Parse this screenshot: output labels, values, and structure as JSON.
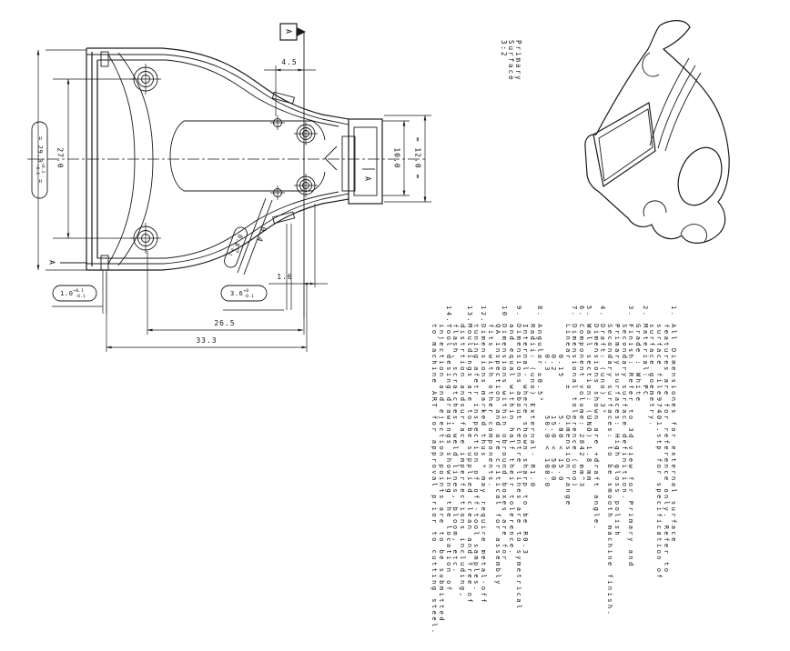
{
  "sheet": {
    "background": "#ffffff",
    "line_color": "#1a1a1a"
  },
  "view_3d": {
    "label_lines": [
      "Primary",
      "Surface",
      "3:2"
    ]
  },
  "section": {
    "label": "A"
  },
  "dimensions": {
    "d4_5": "4.5",
    "d1_6": "1.6",
    "d26_5": "26.5",
    "d33_3": "33.3",
    "d27_0": "27.0",
    "d10_0": "10.0",
    "d12_0": "= 12.0 =",
    "d0_4": "0.4",
    "d29_0": {
      "pre": "= 29.0",
      "tp": "+0.2",
      "tm": "-0.1",
      "suf": " ="
    },
    "d1_0": {
      "val": "1.0",
      "tp": "+0.1",
      "tm": "-0.1"
    },
    "d3_6": {
      "val": "3.6",
      "tp": "+0",
      "tm": "-0.1"
    },
    "d0_8": {
      "val": "0.8",
      "tp": "+0",
      "tm": "-0.1"
    }
  },
  "notes": {
    "lines": [
      "1. All Dimensiones for external surface",
      "   features are for reference only. Refer to",
      "   surface file97401.stp for specification of",
      "   surface goemetry.",
      "2. Material: PC",
      "   Grade : White",
      "3. Finish: Refer to 3d view for Primary and",
      "   Secondary surface definition.",
      "   Primary surfaces: High gloss polish",
      "   Secondary surfaces: to be smooth machine finish.",
      "4. Draft: (uno) 3°",
      "   Dimensions shown are +draft angle.",
      "5. Wall section: (UNO) 1.8 mm",
      "6. Component volume: 2842 mm^3",
      "7. Dimensional tolerence (uno)",
      "   Linear    ±    Dimension range",
      "        0.15      5.00 < 15.0",
      "        0.2       15.0 < 50.0",
      "        0.3       50.0 < 100.0",
      "8. Angular ±0.5°",
      "   Radii: (uno) External- R1.0",
      "   Internal- where shown sharp to be R0.3",
      "9. Dimensions about centre lines are to symetrical",
      "   and equal within half their tolerence.",
      "10 Dimensions within obround boxes are for",
      "   QA inspection and are critical for assembly",
      "   fits with other components.",
      "12.Dimensions marked thus * may require metal-off",
      "   tuning afetr inspection of off-tool samples.",
      "13.Mouldings are to be supplied clean and free of",
      "   distrtion andsurface imperfections including,",
      "   flash, scratches, weld lines, bloom, etc.",
      "14.Tool desing drawings showing the location of",
      "   injection and ejection points are to be submitted",
      "   to machine ART for approval prior to cutting steel."
    ]
  }
}
